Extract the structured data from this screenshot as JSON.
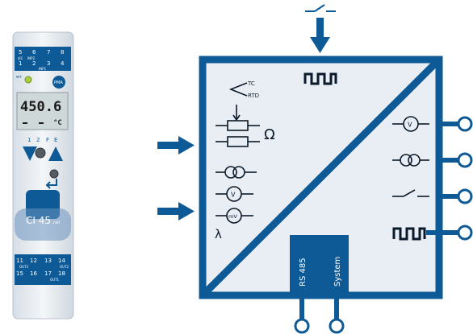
{
  "device": {
    "terminals_top_row1": [
      "5",
      "6",
      "7",
      "8"
    ],
    "terminals_top_row2": [
      "1",
      "2",
      "3",
      "4"
    ],
    "inp2_label": "INP2",
    "di1_label": "di1",
    "inp1_label": "INP1",
    "err_label": "err",
    "display_value": "450.6",
    "display_unit": "°C",
    "button_labels": [
      "1",
      "2",
      "F",
      "E"
    ],
    "model_name": "CI 45",
    "model_suffix": "rail",
    "terminals_bottom_row1": [
      "11",
      "12",
      "13",
      "14"
    ],
    "out3_label": "OUT3",
    "out2_label": "OUT2",
    "terminals_bottom_row2": [
      "15",
      "16",
      "17",
      "18"
    ],
    "out1_label": "OUT1",
    "brand_label": "PMA"
  },
  "diagram": {
    "inputs": {
      "thermocouple_label": "TC",
      "rtd_label": "RTD",
      "ohm_symbol": "Ω",
      "lambda_symbol": "λ",
      "voltage_symbol": "V",
      "millivolt_symbol": "mV"
    },
    "interface": {
      "rs485_label": "RS 485",
      "system_label": "System"
    },
    "outputs": {
      "voltage_symbol": "V"
    },
    "colors": {
      "primary_blue": "#0d5a96",
      "panel_fill": "#e9eef4"
    }
  }
}
